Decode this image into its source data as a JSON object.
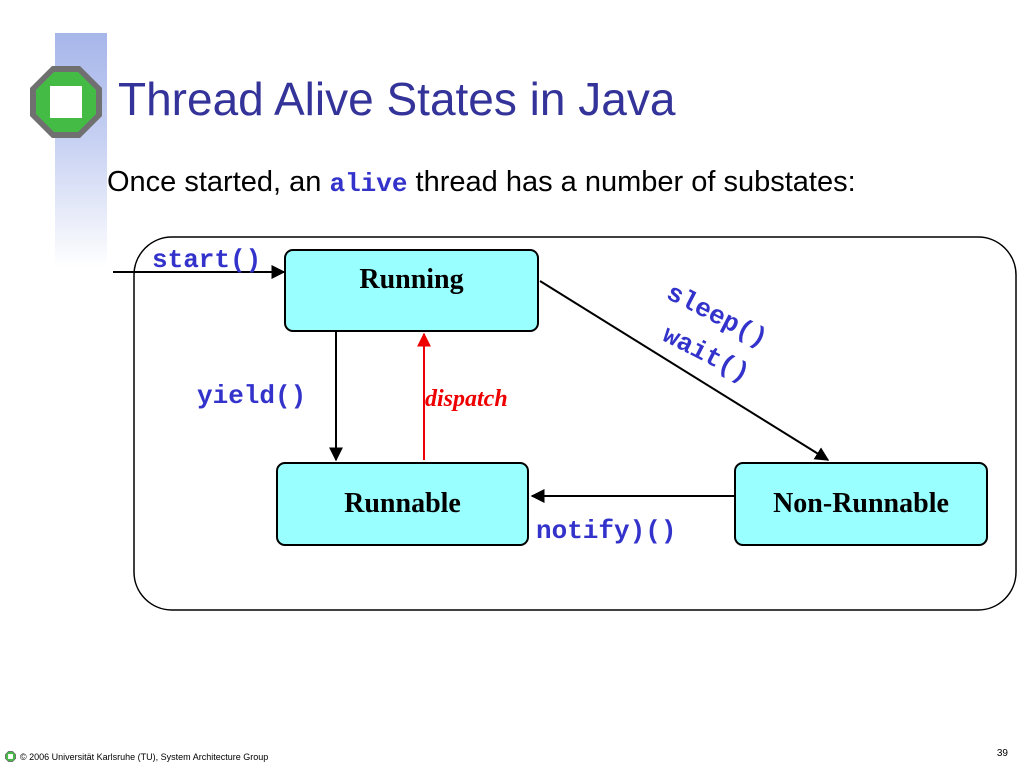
{
  "slide": {
    "title": "Thread Alive States in Java",
    "subtitle_before": "Once started, an ",
    "subtitle_code": "alive",
    "subtitle_after": " thread has a number of substates:"
  },
  "diagram": {
    "states": {
      "running": "Running",
      "runnable": "Runnable",
      "non_runnable": "Non-Runnable"
    },
    "transitions": {
      "start": "start()",
      "yield": "yield()",
      "dispatch": "dispatch",
      "sleep": "sleep()",
      "wait": "wait()",
      "notify": "notify)()"
    },
    "colors": {
      "state_fill": "#99ffff",
      "code_text": "#3333cc",
      "dispatch_arrow": "#ee0000",
      "title": "#333399"
    }
  },
  "footer": {
    "copyright": "© 2006 Universität Karlsruhe (TU), System Architecture Group",
    "page_number": "39"
  }
}
